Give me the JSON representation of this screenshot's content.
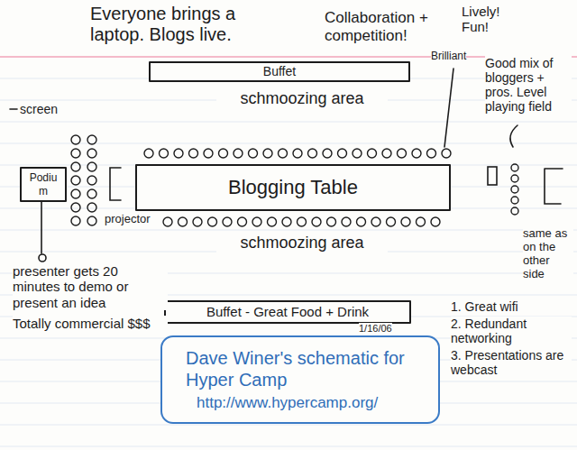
{
  "diagram": {
    "nodes": [
      {
        "text": [
          "Buffet"
        ]
      },
      {
        "text": [
          "Podium"
        ]
      },
      {
        "text": [
          "Blogging Table"
        ]
      },
      {
        "text": [
          "Buffet - Great Food + Drink"
        ]
      },
      {
        "text": [
          "Dave Winer's schematic for Hyper Camp",
          "http://www.hypercamp.org/"
        ]
      }
    ],
    "labels": [
      "Everyone brings a laptop. Blogs live.",
      "Collaboration + competition!",
      "Lively! Fun!",
      "Brilliant",
      "Good mix of bloggers + pros. Level playing field",
      "schmoozing area",
      "screen",
      "projector",
      "schmoozing area",
      "presenter gets 20 minutes to demo or present an idea",
      "Totally commercial $$$",
      "same as on the other side",
      "1/16/06",
      "1. Great wifi",
      "2. Redundant networking",
      "3. Presentations are webcast"
    ]
  }
}
